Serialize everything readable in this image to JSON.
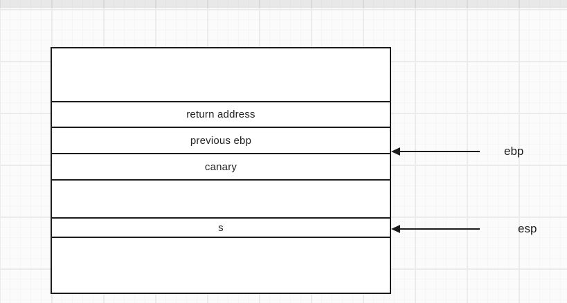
{
  "diagram": {
    "stack_box": {
      "rows": [
        {
          "label": ""
        },
        {
          "label": "return address"
        },
        {
          "label": "previous ebp"
        },
        {
          "label": "canary"
        },
        {
          "label": ""
        },
        {
          "label": "s"
        },
        {
          "label": ""
        }
      ]
    },
    "pointers": [
      {
        "label": "ebp"
      },
      {
        "label": "esp"
      }
    ]
  },
  "colors": {
    "background": "#fbfbfb",
    "grid_line": "#ebebeb",
    "shape_stroke": "#1b1b1b",
    "shape_fill": "#ffffff",
    "text": "#222222",
    "arrow": "#1b1b1b"
  }
}
